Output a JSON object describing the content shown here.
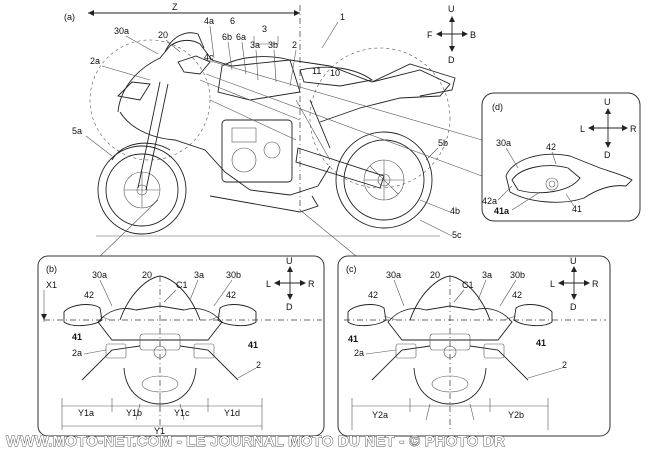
{
  "figures": {
    "a": {
      "panel_label": "(a)",
      "labels": [
        "Z",
        "1",
        "30a",
        "20",
        "4a",
        "6",
        "3",
        "4c",
        "6b",
        "6a",
        "3a",
        "3b",
        "2",
        "2a",
        "11",
        "10",
        "5a",
        "5b",
        "4b",
        "5c"
      ],
      "directions": {
        "up": "U",
        "down": "D",
        "front": "F",
        "back": "B"
      }
    },
    "b": {
      "panel_label": "(b)",
      "labels": [
        "X1",
        "30a",
        "20",
        "3a",
        "30b",
        "C1",
        "42",
        "42",
        "41",
        "41",
        "2a",
        "2"
      ],
      "dimensions": [
        "Y1a",
        "Y1b",
        "Y1c",
        "Y1d",
        "Y1"
      ],
      "directions": {
        "up": "U",
        "down": "D",
        "left": "L",
        "right": "R"
      }
    },
    "c": {
      "panel_label": "(c)",
      "labels": [
        "30a",
        "20",
        "3a",
        "30b",
        "C1",
        "42",
        "42",
        "41",
        "41",
        "2a",
        "2"
      ],
      "dimensions": [
        "Y2a",
        "Y2b"
      ],
      "directions": {
        "up": "U",
        "down": "D",
        "left": "L",
        "right": "R"
      }
    },
    "d": {
      "panel_label": "(d)",
      "labels": [
        "30a",
        "42",
        "42a",
        "41a",
        "41"
      ],
      "directions": {
        "up": "U",
        "down": "D",
        "left": "L",
        "right": "R"
      }
    }
  },
  "watermark": "WWW.MOTO-NET.COM - LE JOURNAL MOTO DU NET - © PHOTO DR"
}
